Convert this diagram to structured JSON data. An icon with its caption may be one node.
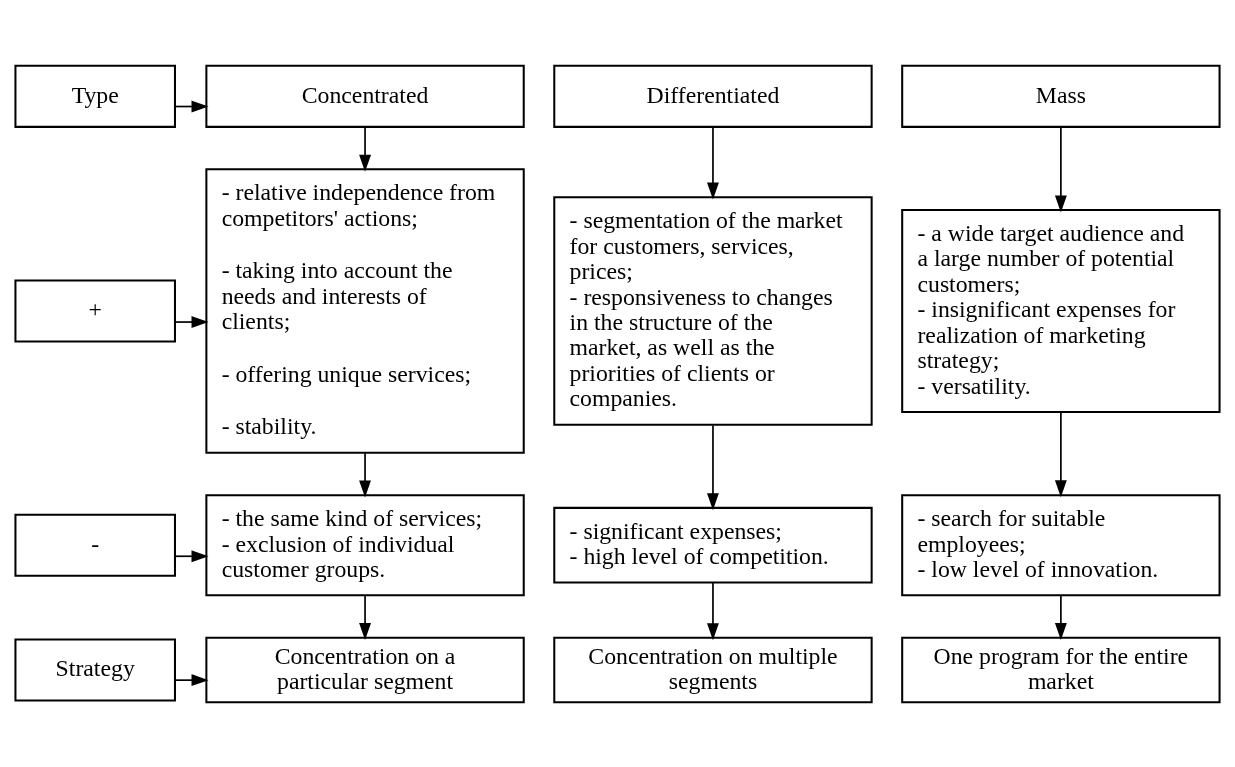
{
  "diagram": {
    "nodes": [
      {
        "text": [
          "Type"
        ]
      },
      {
        "text": [
          "Concentrated"
        ]
      },
      {
        "text": [
          "Differentiated"
        ]
      },
      {
        "text": [
          "Mass"
        ]
      },
      {
        "text": [
          "+"
        ]
      },
      {
        "text": [
          "- relative independence from competitors' actions;",
          "- taking into account the needs and interests of clients;",
          "- offering unique services;",
          "- stability."
        ]
      },
      {
        "text": [
          "- segmentation of the market for customers, services, prices;",
          "- responsiveness to changes in the structure of the market, as well as the priorities of clients or companies."
        ]
      },
      {
        "text": [
          "- a wide target audience and a large number of potential customers;",
          "- insignificant expenses for realization of marketing strategy;",
          "- versatility."
        ]
      },
      {
        "text": [
          "-"
        ]
      },
      {
        "text": [
          "- the same kind of services;",
          "- exclusion of individual customer groups."
        ]
      },
      {
        "text": [
          "- significant expenses;",
          "- high level of competition."
        ]
      },
      {
        "text": [
          "- search for suitable employees;",
          "- low level of innovation."
        ]
      },
      {
        "text": [
          "Strategy"
        ]
      },
      {
        "text": [
          "Concentration on a particular segment"
        ]
      },
      {
        "text": [
          "Concentration on multiple segments"
        ]
      },
      {
        "text": [
          "One program for the entire market"
        ]
      }
    ],
    "edges": [
      {
        "from": 0,
        "to": 1,
        "arrow": "to"
      },
      {
        "from": 1,
        "to": 5,
        "arrow": "to"
      },
      {
        "from": 2,
        "to": 6,
        "arrow": "to"
      },
      {
        "from": 3,
        "to": 7,
        "arrow": "to"
      },
      {
        "from": 4,
        "to": 5,
        "arrow": "to"
      },
      {
        "from": 5,
        "to": 9,
        "arrow": "to"
      },
      {
        "from": 6,
        "to": 10,
        "arrow": "to"
      },
      {
        "from": 7,
        "to": 11,
        "arrow": "to"
      },
      {
        "from": 8,
        "to": 9,
        "arrow": "to"
      },
      {
        "from": 9,
        "to": 13,
        "arrow": "to"
      },
      {
        "from": 10,
        "to": 14,
        "arrow": "to"
      },
      {
        "from": 11,
        "to": 15,
        "arrow": "to"
      },
      {
        "from": 12,
        "to": 13,
        "arrow": "to"
      }
    ]
  }
}
